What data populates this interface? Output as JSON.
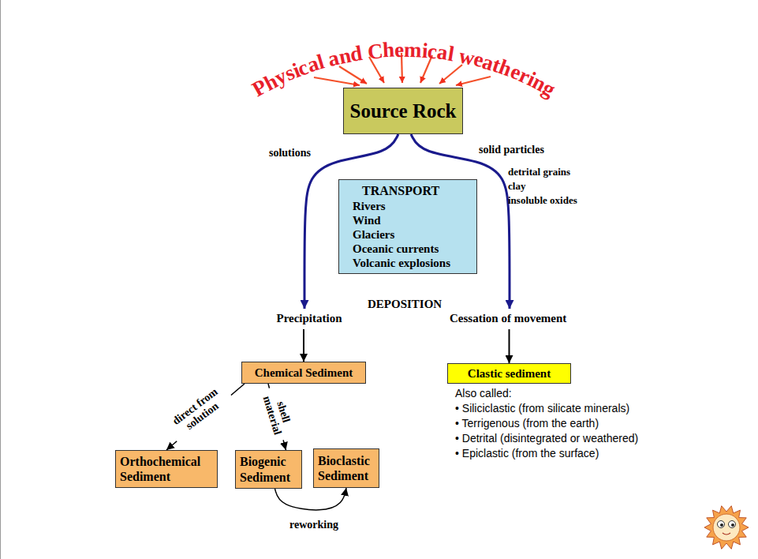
{
  "diagram": {
    "title": "Physical and Chemical weathering",
    "nodes": [
      {
        "text": [
          "Source Rock"
        ]
      },
      {
        "text": [
          "TRANSPORT",
          "Rivers",
          "Wind",
          "Glaciers",
          "Oceanic currents",
          "Volcanic explosions"
        ]
      },
      {
        "text": [
          "Chemical Sediment"
        ]
      },
      {
        "text": [
          "Clastic sediment"
        ]
      },
      {
        "text": [
          "Orthochemical Sediment"
        ]
      },
      {
        "text": [
          "Biogenic Sediment"
        ]
      },
      {
        "text": [
          "Bioclastic Sediment"
        ]
      }
    ],
    "edges": [
      {
        "from": 0,
        "to": 2,
        "label": "solutions",
        "arrow": "to"
      },
      {
        "from": 0,
        "to": 3,
        "label": "solid particles",
        "arrow": "to"
      },
      {
        "from": 2,
        "to": 4,
        "label": "direct from solution",
        "arrow": "to"
      },
      {
        "from": 2,
        "to": 5,
        "label": "shell material",
        "arrow": "to"
      },
      {
        "from": 5,
        "to": 6,
        "label": "reworking",
        "arrow": "to"
      }
    ],
    "labels": [
      "Precipitation",
      "DEPOSITION",
      "Cessation of movement",
      "detrital grains",
      "clay",
      "insoluble oxides",
      "Also called:",
      "• Siliciclastic (from silicate minerals)",
      "• Terrigenous (from the earth)",
      "• Detrital (disintegrated or weathered)",
      "• Epiclastic (from the surface)"
    ]
  }
}
